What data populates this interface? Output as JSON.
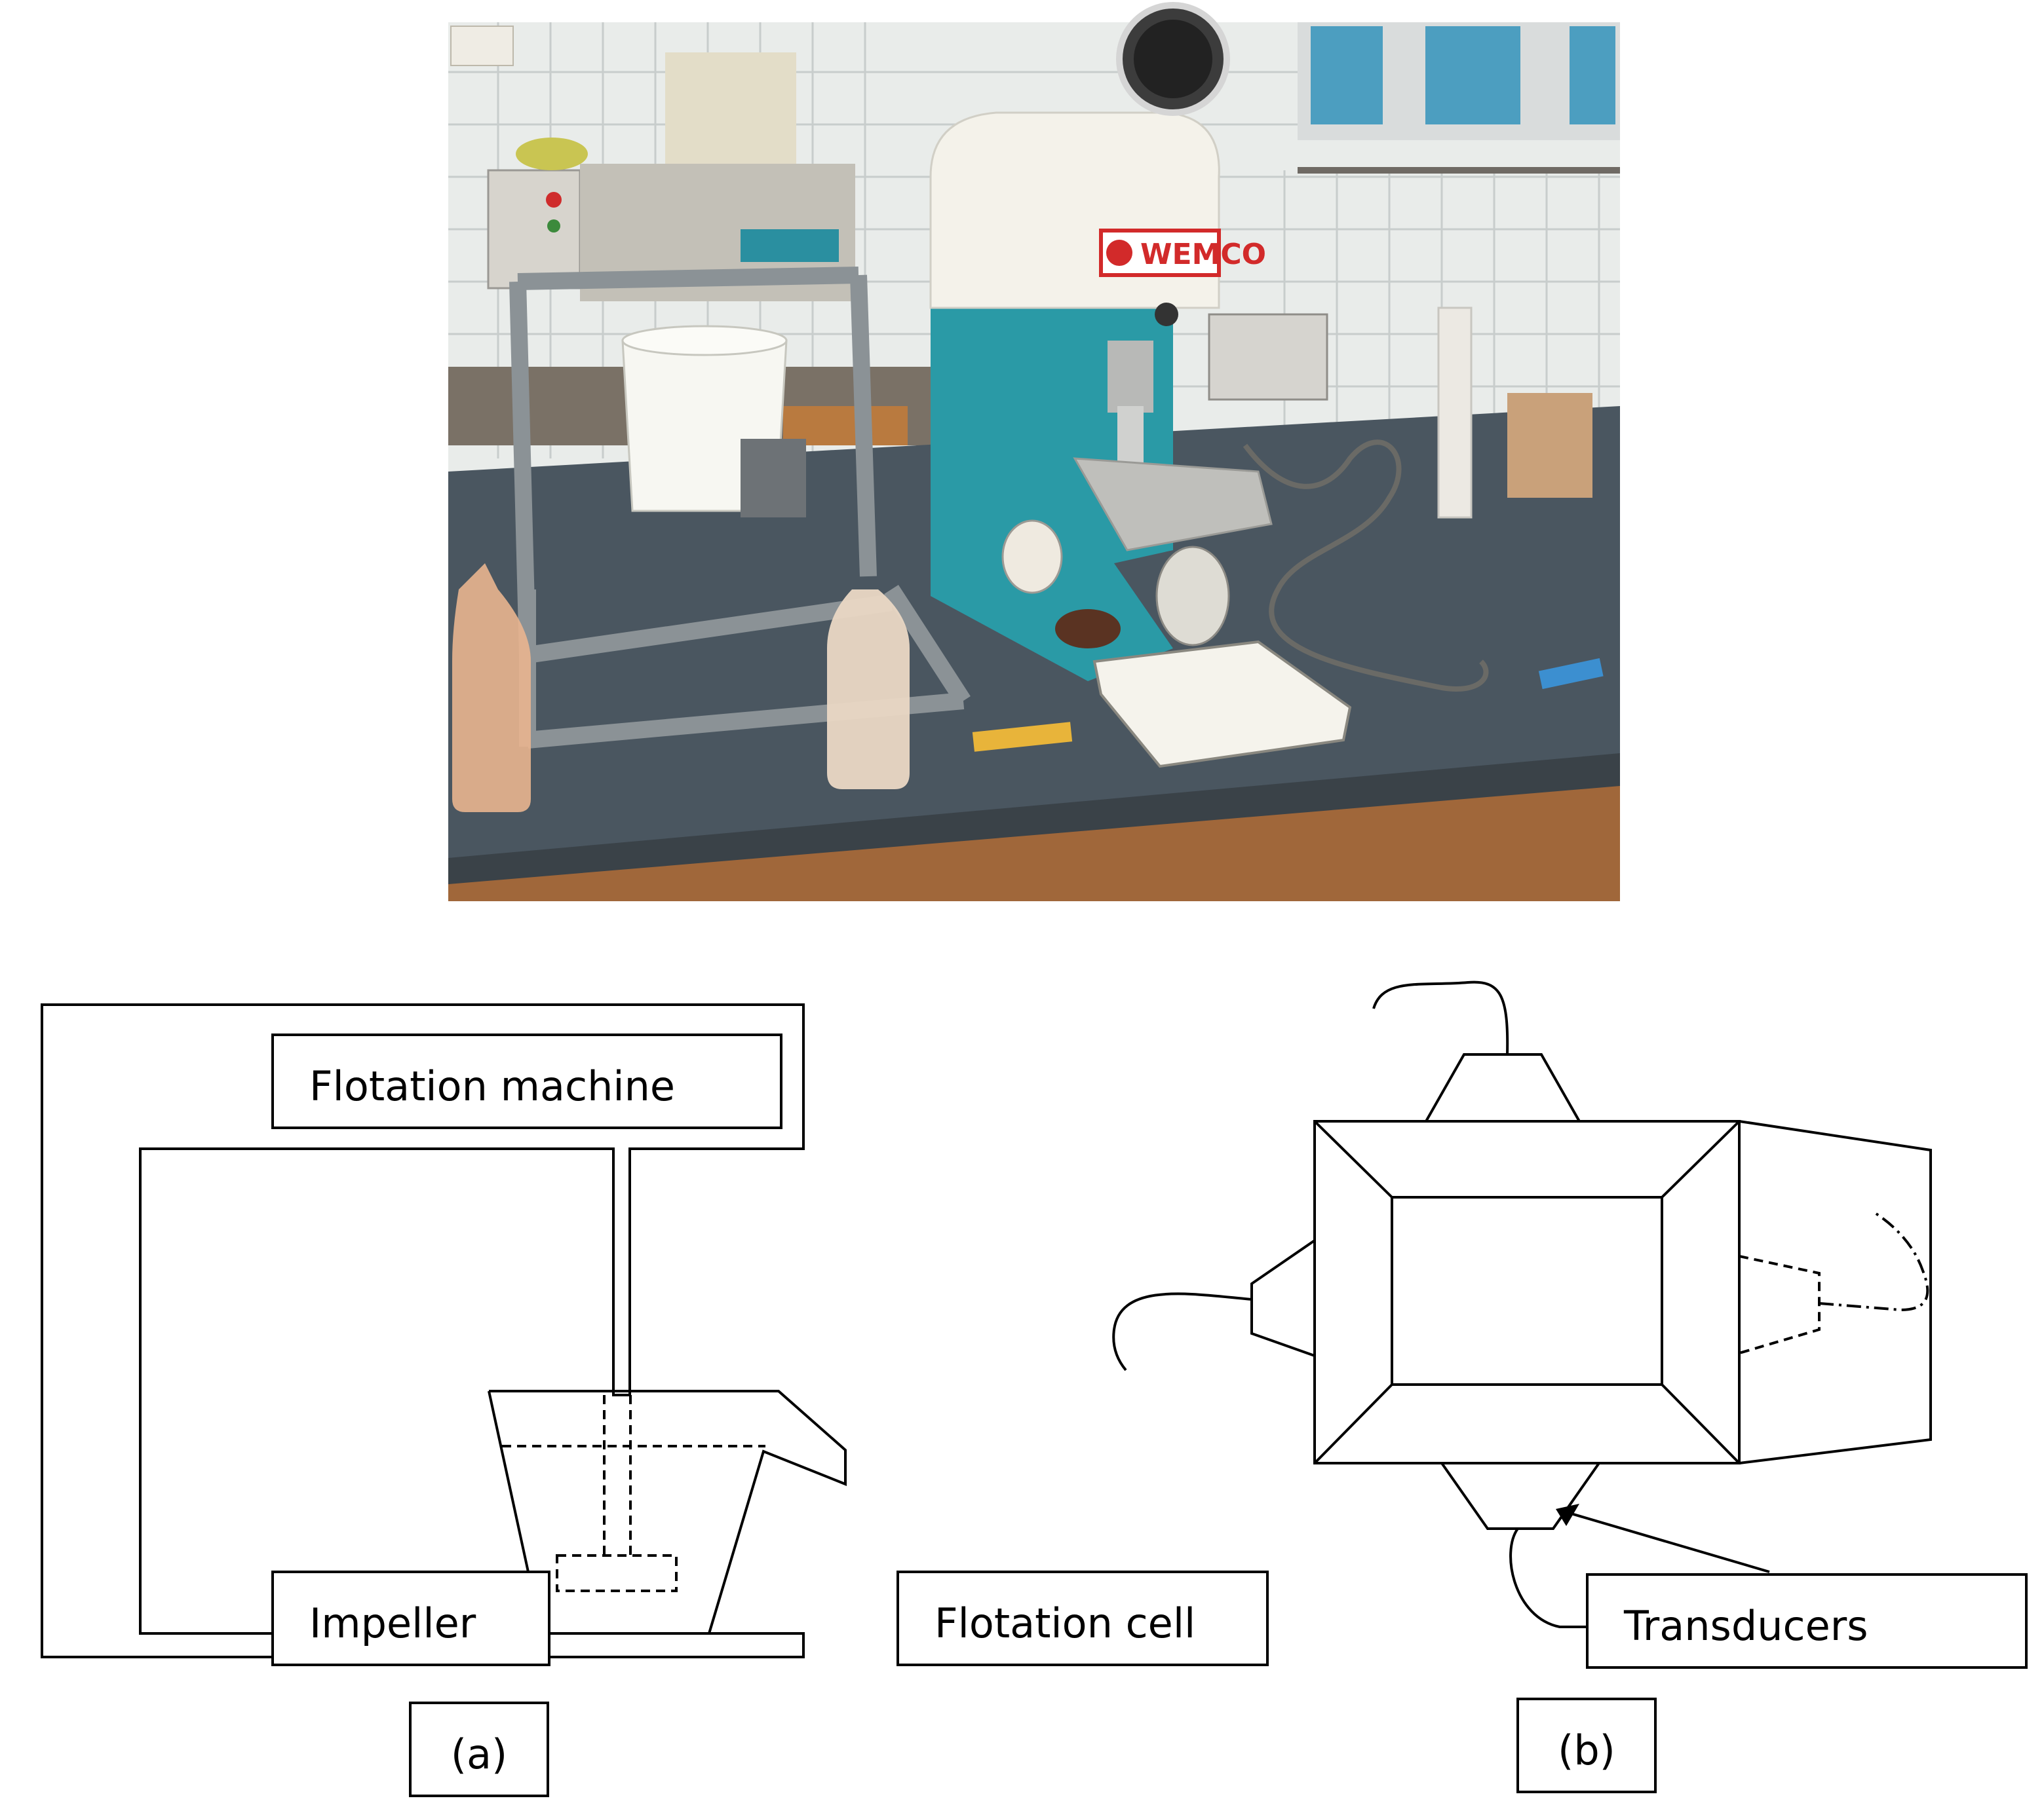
{
  "photo": {
    "brand_sign": "WEMCO"
  },
  "diagram_a": {
    "labels": {
      "flotation_machine": "Flotation machine",
      "impeller": "Impeller",
      "flotation_cell": "Flotation cell"
    },
    "caption": "(a)"
  },
  "diagram_b": {
    "labels": {
      "transducers": "Transducers"
    },
    "caption": "(b)"
  },
  "colors": {
    "line": "#000000",
    "background": "#ffffff",
    "photo_tile_wall": "#e9ecea",
    "photo_machine_white": "#f4f2ea",
    "photo_machine_teal": "#2a9aa6",
    "photo_bench_top": "#4a5660",
    "photo_cabinet": "#a0673a",
    "photo_brand_red": "#d22a2a"
  }
}
